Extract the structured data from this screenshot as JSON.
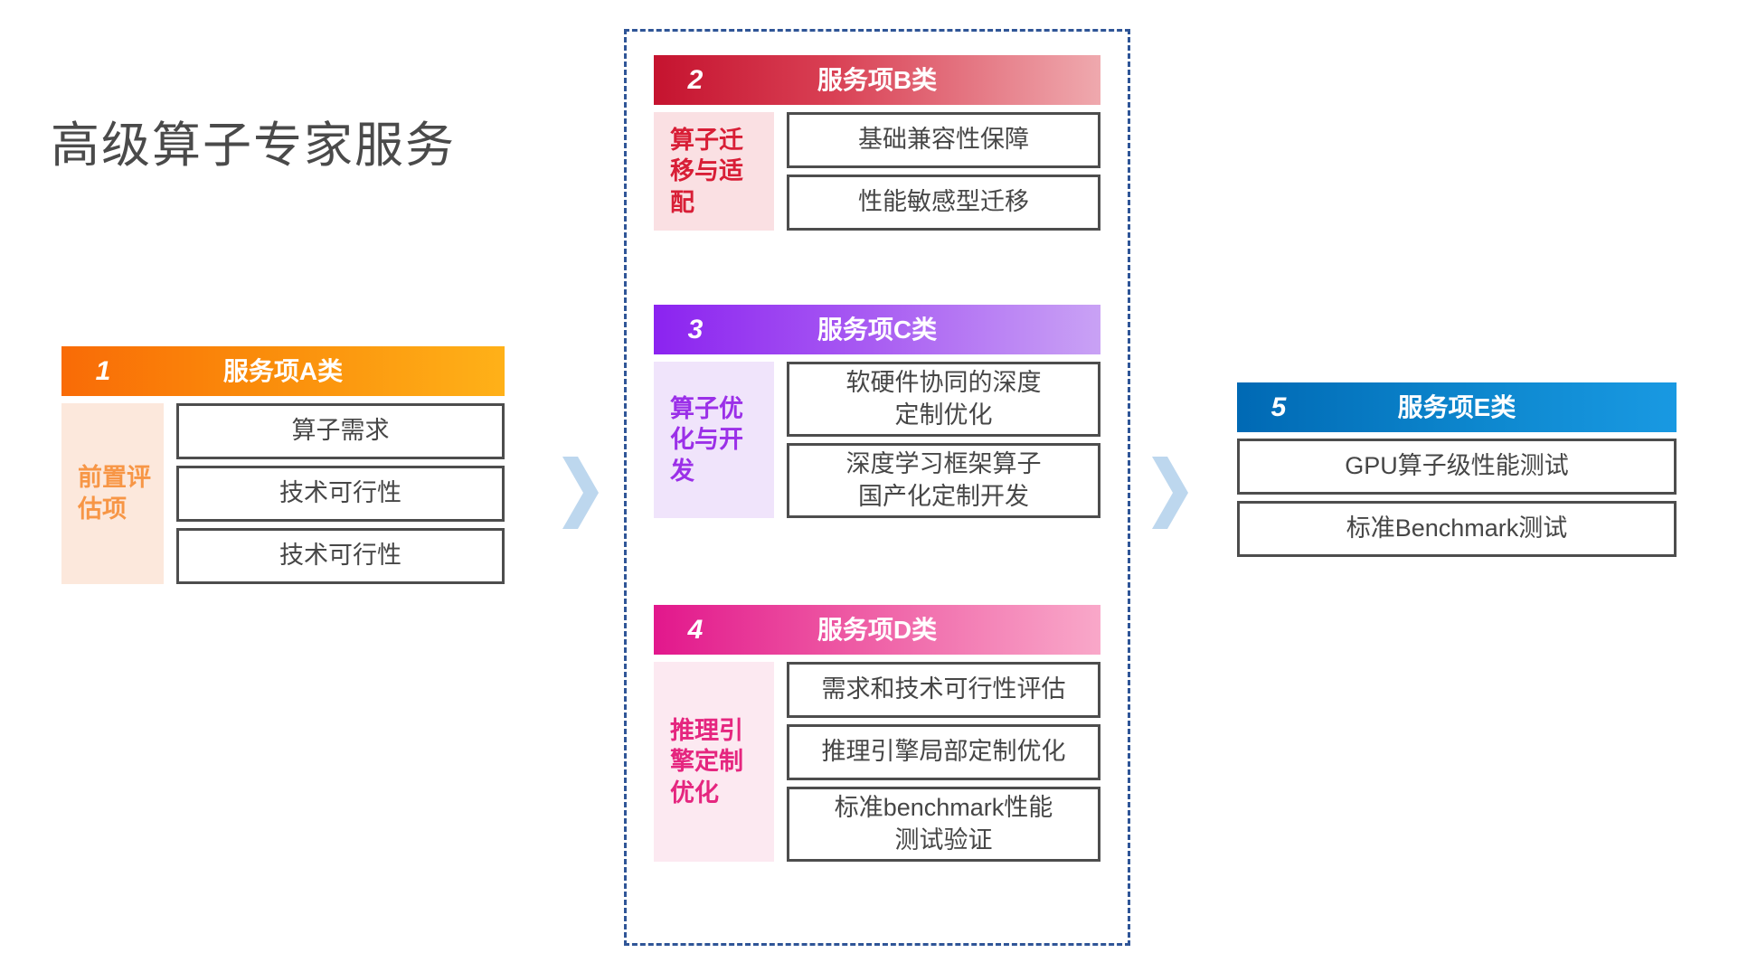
{
  "page": {
    "title": "高级算子专家服务"
  },
  "colors": {
    "orange_dark": "#F96B07",
    "orange_light": "#FFB118",
    "red_dark": "#C5132F",
    "red_light": "#EFA9AE",
    "purple_dark": "#8B23F0",
    "purple_light": "#C9A2F5",
    "pink_dark": "#E2178C",
    "pink_light": "#F9A8C9",
    "blue_dark": "#0069B4",
    "blue_light": "#1999E2",
    "box_border": "#4D4D4D",
    "dashed_border": "#2F5597",
    "chevron": "#BDD7EE",
    "title_text": "#4A4A4A"
  },
  "groups": {
    "a": {
      "number": "1",
      "title": "服务项A类",
      "side_label": "前置评估项",
      "items": [
        "算子需求",
        "技术可行性",
        "技术可行性"
      ]
    },
    "b": {
      "number": "2",
      "title": "服务项B类",
      "side_label": "算子迁移与适配",
      "items": [
        "基础兼容性保障",
        "性能敏感型迁移"
      ]
    },
    "c": {
      "number": "3",
      "title": "服务项C类",
      "side_label": "算子优化与开发",
      "items": [
        "软硬件协同的深度\n定制优化",
        "深度学习框架算子\n国产化定制开发"
      ]
    },
    "d": {
      "number": "4",
      "title": "服务项D类",
      "side_label": "推理引擎定制优化",
      "items": [
        "需求和技术可行性评估",
        "推理引擎局部定制优化",
        "标准benchmark性能\n测试验证"
      ]
    },
    "e": {
      "number": "5",
      "title": "服务项E类",
      "side_label": "",
      "items": [
        "GPU算子级性能测试",
        "标准Benchmark测试"
      ]
    }
  },
  "arrows": {
    "first": "chevron-right",
    "second": "chevron-right"
  }
}
